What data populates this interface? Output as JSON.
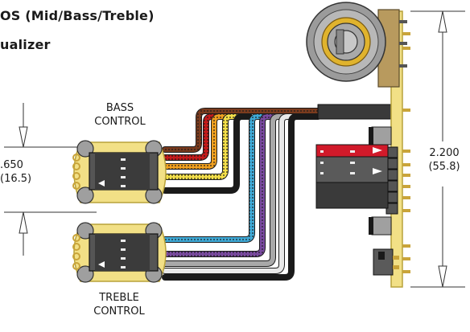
{
  "title_line1": "OS (Mid/Bass/Treble)",
  "title_line2": "ualizer",
  "bass_control": {
    "line1": "BASS",
    "line2": "CONTROL"
  },
  "treble_control": {
    "line1": "TREBLE",
    "line2": "CONTROL"
  },
  "spacing_dimension": {
    "inches": ".650",
    "mm": "(16.5)"
  },
  "height_dimension": {
    "inches": "2.200",
    "mm": "(55.8)"
  },
  "colors": {
    "board": "#f2e086",
    "board_outline": "#b8a23a",
    "gold_pad": "#c9a43a",
    "pot_body": "#b89a5e",
    "pot_knob": "#9b9b9b",
    "pot_ring": "#e0b32d",
    "wire_brown": "#7a3b1e",
    "wire_red": "#c61a1a",
    "wire_orange": "#f0a020",
    "wire_yellow": "#f5e04a",
    "wire_blue": "#3fa9d6",
    "wire_purple": "#7a4aa0",
    "wire_gray": "#a8a8a8",
    "wire_white": "#e9e9e9",
    "wire_black": "#1a1a1a",
    "switch_red": "#d11a2a",
    "dimension_line": "#333333"
  }
}
